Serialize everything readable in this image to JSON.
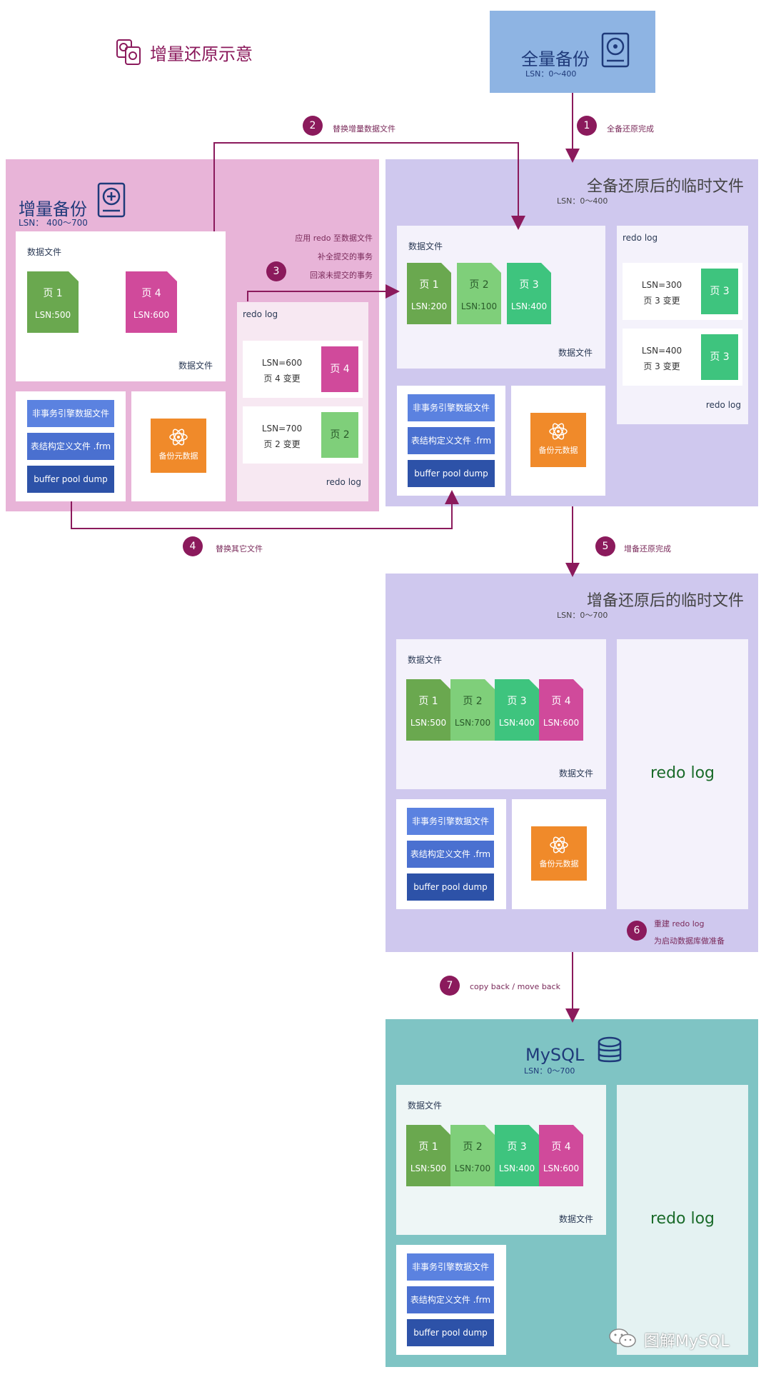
{
  "title": "增量还原示意",
  "full_backup": {
    "title": "全量备份",
    "lsn": "LSN：0～400"
  },
  "incr_backup": {
    "title": "增量备份",
    "lsn": "LSN： 400～700",
    "data_label": "数据文件",
    "data_label_bottom": "数据文件",
    "pages": [
      {
        "name": "页 1",
        "lsn": "LSN:500",
        "color": "#6aa84f"
      },
      {
        "name": "页 4",
        "lsn": "LSN:600",
        "color": "#d04a9b"
      }
    ],
    "redo_label": "redo log",
    "redo_label_bottom": "redo log",
    "redo_items": [
      {
        "lsn": "LSN=600",
        "change": "页 4 变更",
        "page": "页 4",
        "color": "#d04a9b"
      },
      {
        "lsn": "LSN=700",
        "change": "页 2 变更",
        "page": "页 2",
        "color": "#7fcf7a"
      }
    ]
  },
  "buttons": {
    "b1": "非事务引擎数据文件",
    "b2": "表结构定义文件 .frm",
    "b3": "buffer pool dump"
  },
  "meta_label": "备份元数据",
  "temp1": {
    "title": "全备还原后的临时文件",
    "lsn": "LSN：0～400",
    "data_label": "数据文件",
    "data_label_bottom": "数据文件",
    "pages": [
      {
        "name": "页 1",
        "lsn": "LSN:200",
        "color": "#6aa84f"
      },
      {
        "name": "页 2",
        "lsn": "LSN:100",
        "color": "#7fcf7a"
      },
      {
        "name": "页 3",
        "lsn": "LSN:400",
        "color": "#3ec47e"
      }
    ],
    "redo_label": "redo log",
    "redo_label_bottom": "redo log",
    "redo_items": [
      {
        "lsn": "LSN=300",
        "change": "页 3 变更",
        "page": "页 3",
        "color": "#3ec47e"
      },
      {
        "lsn": "LSN=400",
        "change": "页 3 变更",
        "page": "页 3",
        "color": "#3ec47e"
      }
    ]
  },
  "temp2": {
    "title": "增备还原后的临时文件",
    "lsn": "LSN：0～700",
    "data_label": "数据文件",
    "data_label_bottom": "数据文件",
    "pages": [
      {
        "name": "页 1",
        "lsn": "LSN:500",
        "color": "#6aa84f"
      },
      {
        "name": "页 2",
        "lsn": "LSN:700",
        "color": "#7fcf7a"
      },
      {
        "name": "页 3",
        "lsn": "LSN:400",
        "color": "#3ec47e"
      },
      {
        "name": "页 4",
        "lsn": "LSN:600",
        "color": "#d04a9b"
      }
    ],
    "redo": "redo log"
  },
  "mysql": {
    "title": "MySQL",
    "lsn": "LSN：0～700",
    "data_label": "数据文件",
    "data_label_bottom": "数据文件",
    "pages": [
      {
        "name": "页 1",
        "lsn": "LSN:500",
        "color": "#6aa84f"
      },
      {
        "name": "页 2",
        "lsn": "LSN:700",
        "color": "#7fcf7a"
      },
      {
        "name": "页 3",
        "lsn": "LSN:400",
        "color": "#3ec47e"
      },
      {
        "name": "页 4",
        "lsn": "LSN:600",
        "color": "#d04a9b"
      }
    ],
    "redo": "redo log"
  },
  "steps": {
    "s1": {
      "num": "1",
      "text": "全备还原完成"
    },
    "s2": {
      "num": "2",
      "text": "替换增量数据文件"
    },
    "s3": {
      "num": "3",
      "lines": [
        "应用 redo 至数据文件",
        "补全提交的事务",
        "回滚未提交的事务"
      ]
    },
    "s4": {
      "num": "4",
      "text": "替换其它文件"
    },
    "s5": {
      "num": "5",
      "text": "增备还原完成"
    },
    "s6": {
      "num": "6",
      "lines": [
        "重建 redo log",
        "为启动数据库做准备"
      ]
    },
    "s7": {
      "num": "7",
      "text": "copy back / move back"
    }
  },
  "watermark": "图解MySQL",
  "colors": {
    "pink_panel": "#e8b4d8",
    "lavender_panel": "#cfc8ee",
    "teal_panel": "#7fc4c4",
    "blue_header": "#8eb4e3",
    "step": "#8b1a5c"
  }
}
